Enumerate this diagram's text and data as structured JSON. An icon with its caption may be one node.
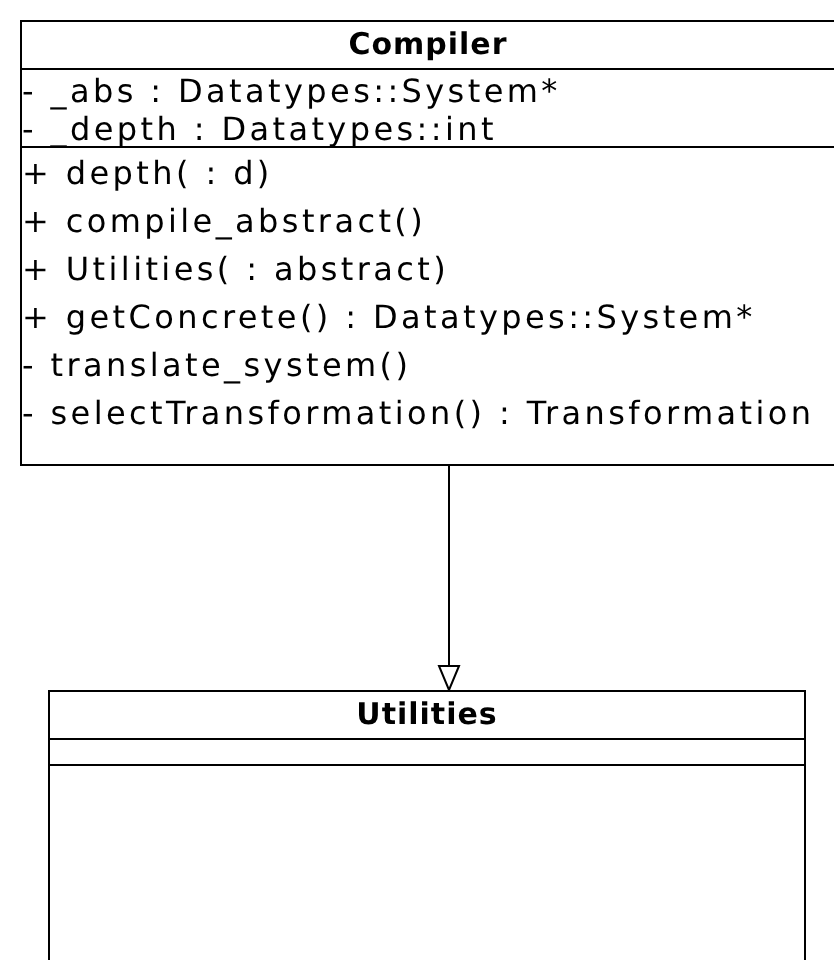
{
  "diagram": {
    "nodes": [
      {
        "text": [
          "Compiler"
        ]
      },
      {
        "text": [
          "- _abs : Datatypes::System*",
          "- _depth : Datatypes::int"
        ],
        "in": 0
      },
      {
        "text": [
          "+ depth( : d)",
          "+ compile_abstract()",
          "+ Utilities( : abstract)",
          "+ getConcrete() : Datatypes::System*",
          "- translate_system()",
          "- selectTransformation() : Transformation"
        ],
        "in": 0
      },
      {
        "text": [
          "Utilities"
        ]
      },
      {
        "text": [],
        "shape": "box",
        "in": 3
      },
      {
        "text": [],
        "shape": "box",
        "in": 3
      }
    ],
    "edges": [
      {
        "from": 0,
        "to": 3,
        "arrow": "to"
      }
    ]
  }
}
